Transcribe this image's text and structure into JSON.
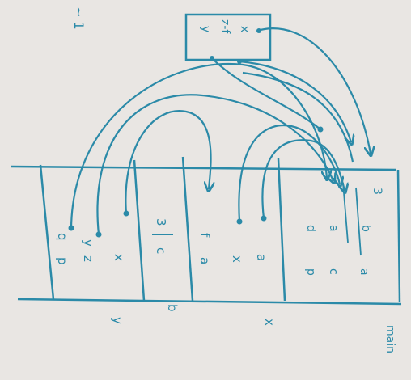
{
  "sketch": {
    "stroke_color": "#2b8aa8",
    "paper_color": "#e9e6e3",
    "corner_scribble": "~ 1",
    "top_box": {
      "rows": [
        "x",
        "z-f",
        "y"
      ]
    },
    "columns": [
      {
        "id": "left",
        "labels": [
          "p",
          "q",
          "z",
          "y",
          "x"
        ],
        "footer": "y"
      },
      {
        "id": "col-c",
        "labels": [
          "c",
          "3"
        ],
        "footer": "b"
      },
      {
        "id": "col-f",
        "labels": [
          "a",
          "f",
          "x",
          "a"
        ],
        "footer": "x"
      },
      {
        "id": "right",
        "labels": [
          "p",
          "c",
          "a",
          "d",
          "a",
          "b",
          "3"
        ],
        "footer": "main"
      }
    ]
  }
}
